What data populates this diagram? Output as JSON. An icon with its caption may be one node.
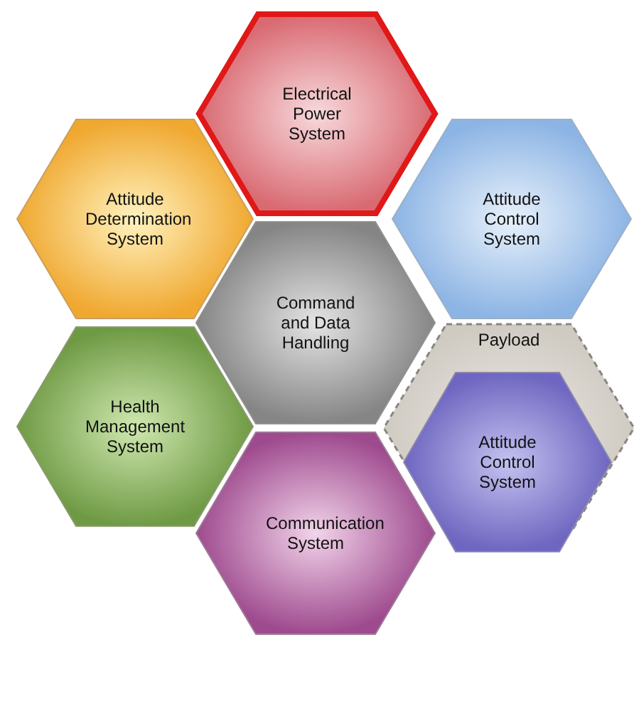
{
  "diagram": {
    "nodes": [
      {
        "text": [
          "Electrical Power System"
        ]
      },
      {
        "text": [
          "Attitude Determination System"
        ]
      },
      {
        "text": [
          "Attitude Control System"
        ]
      },
      {
        "text": [
          "Command and Data Handling"
        ]
      },
      {
        "text": [
          "Health Management System"
        ]
      },
      {
        "text": [
          "Payload"
        ]
      },
      {
        "text": [
          "Attitude Control System"
        ],
        "in": 5
      },
      {
        "text": [
          "Communication System"
        ]
      }
    ],
    "edges": []
  }
}
